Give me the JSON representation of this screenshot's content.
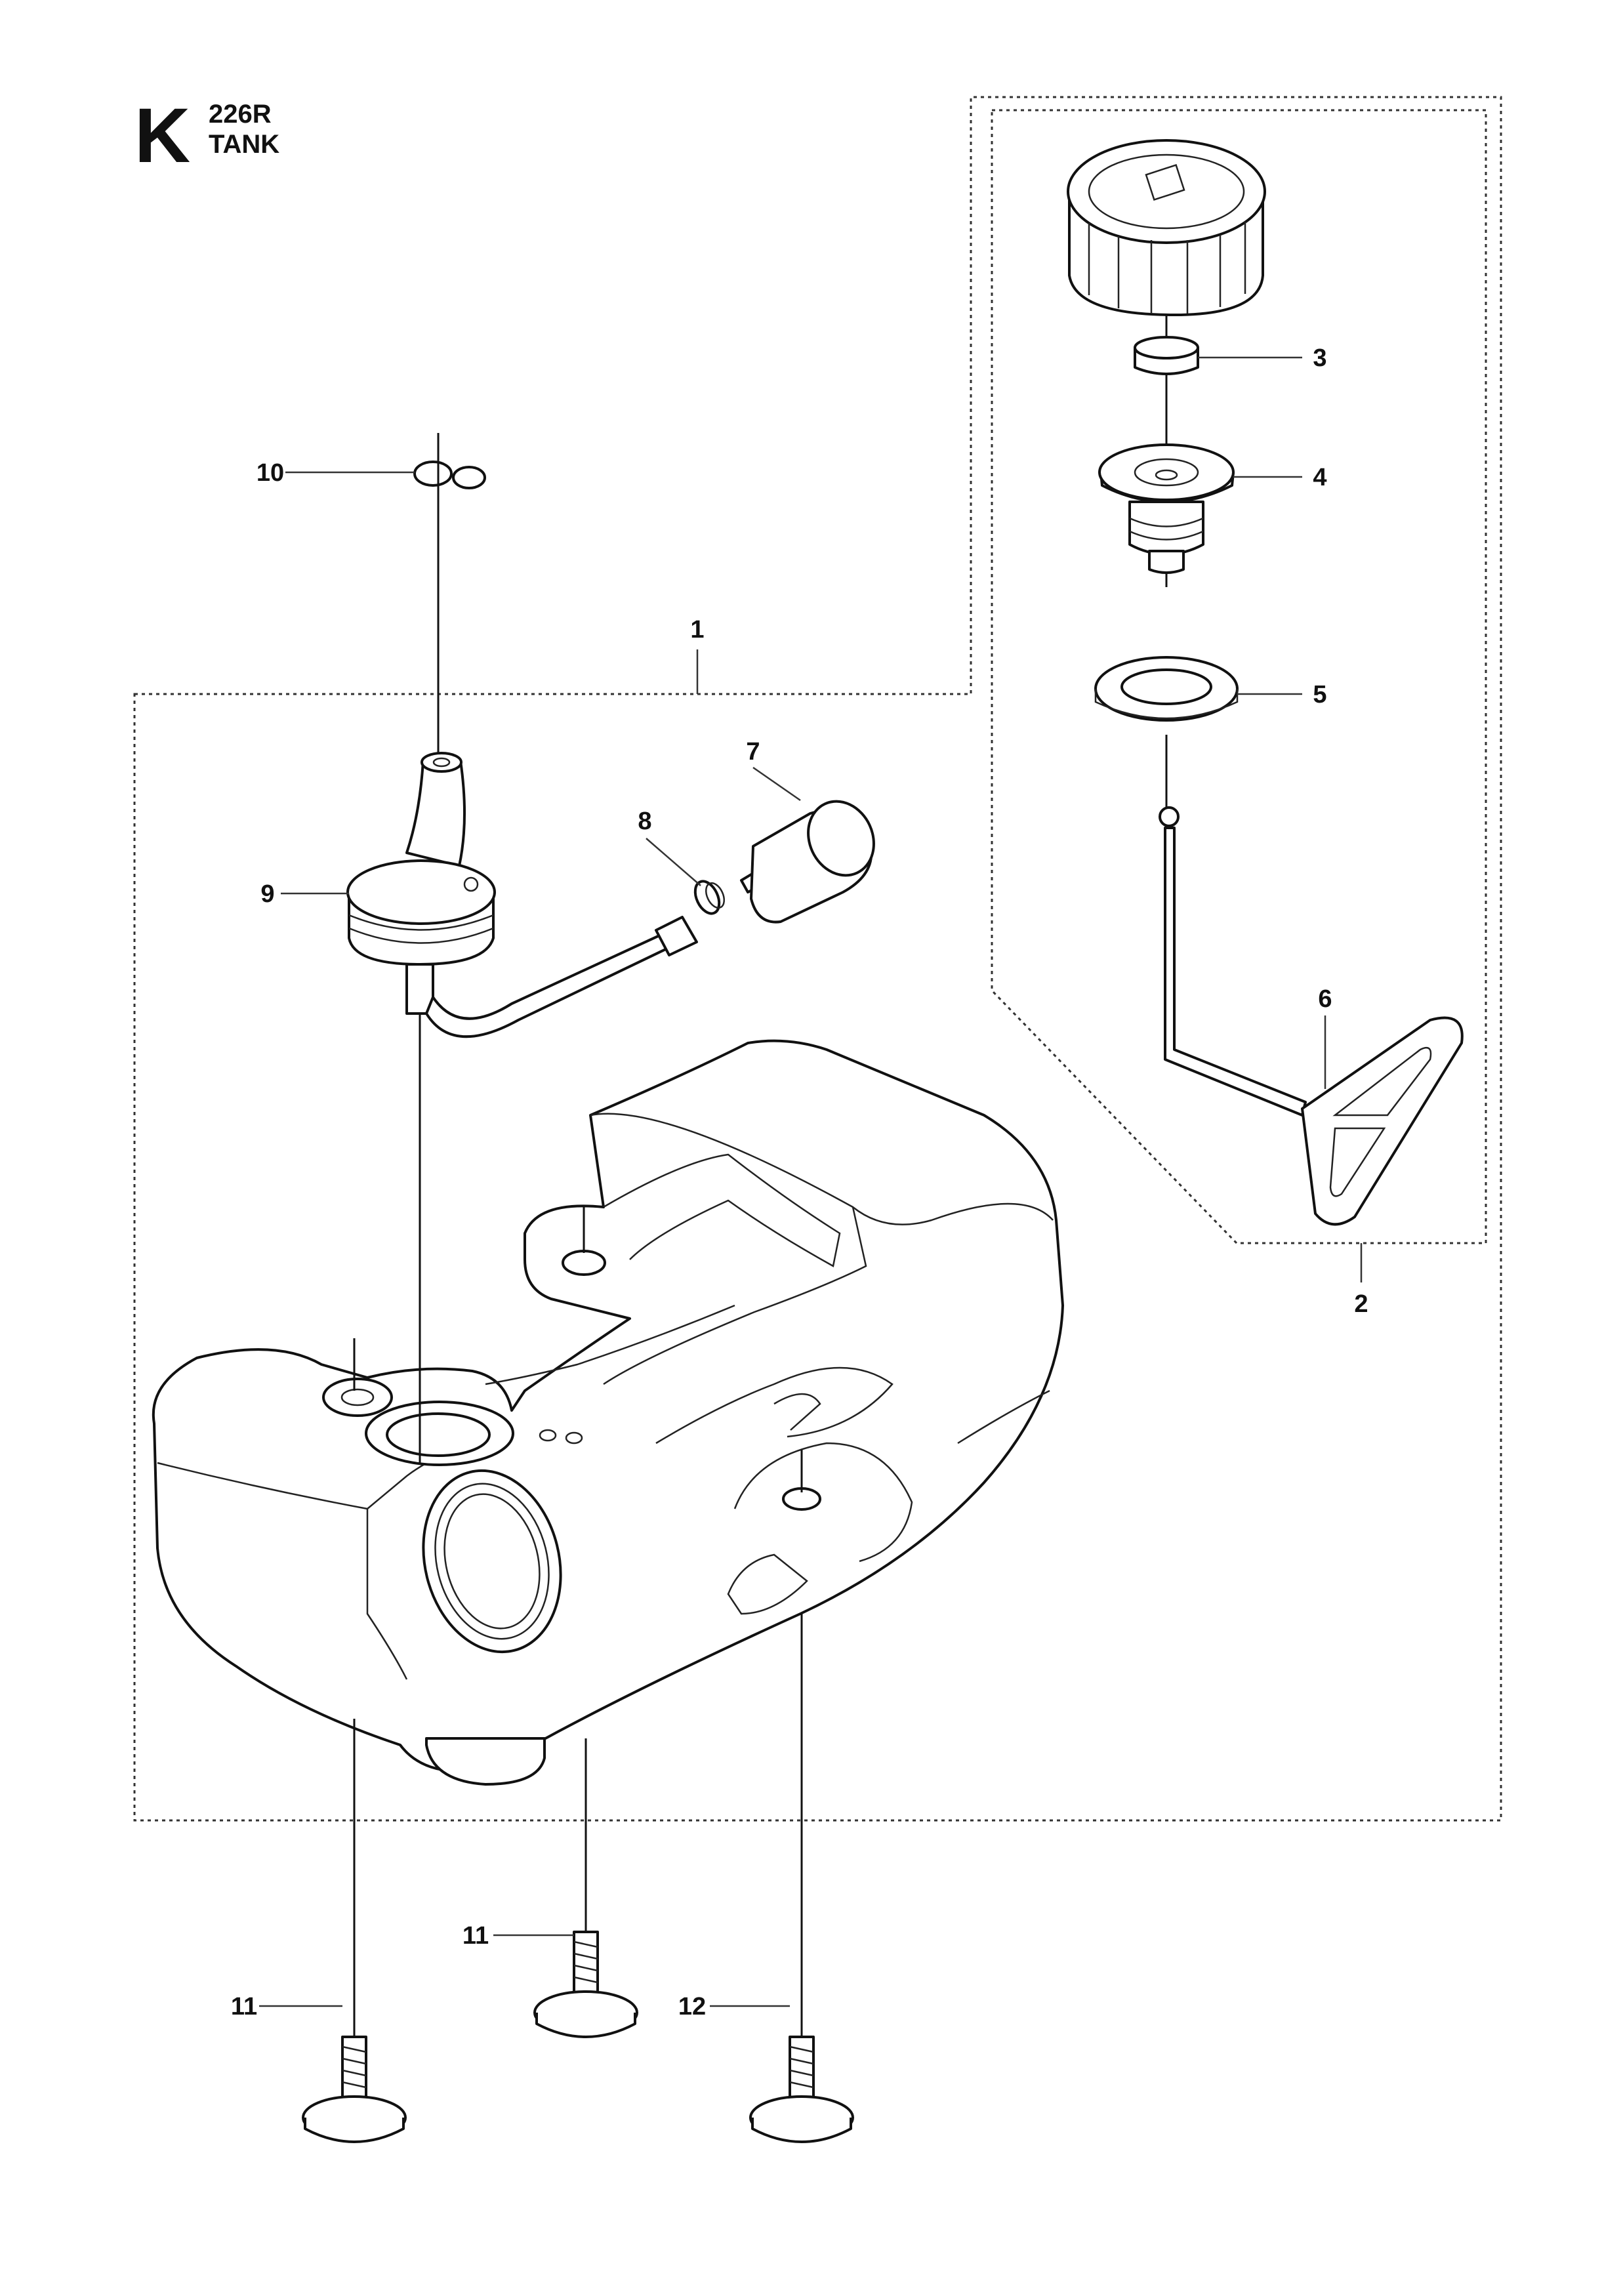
{
  "header": {
    "section_letter": "K",
    "model": "226R",
    "title": "TANK"
  },
  "callouts": [
    {
      "id": "callout-1",
      "number": "1"
    },
    {
      "id": "callout-2",
      "number": "2"
    },
    {
      "id": "callout-3",
      "number": "3"
    },
    {
      "id": "callout-4",
      "number": "4"
    },
    {
      "id": "callout-5",
      "number": "5"
    },
    {
      "id": "callout-6",
      "number": "6"
    },
    {
      "id": "callout-7",
      "number": "7"
    },
    {
      "id": "callout-8",
      "number": "8"
    },
    {
      "id": "callout-9",
      "number": "9"
    },
    {
      "id": "callout-10",
      "number": "10"
    },
    {
      "id": "callout-11a",
      "number": "11"
    },
    {
      "id": "callout-11b",
      "number": "11"
    },
    {
      "id": "callout-12",
      "number": "12"
    }
  ]
}
